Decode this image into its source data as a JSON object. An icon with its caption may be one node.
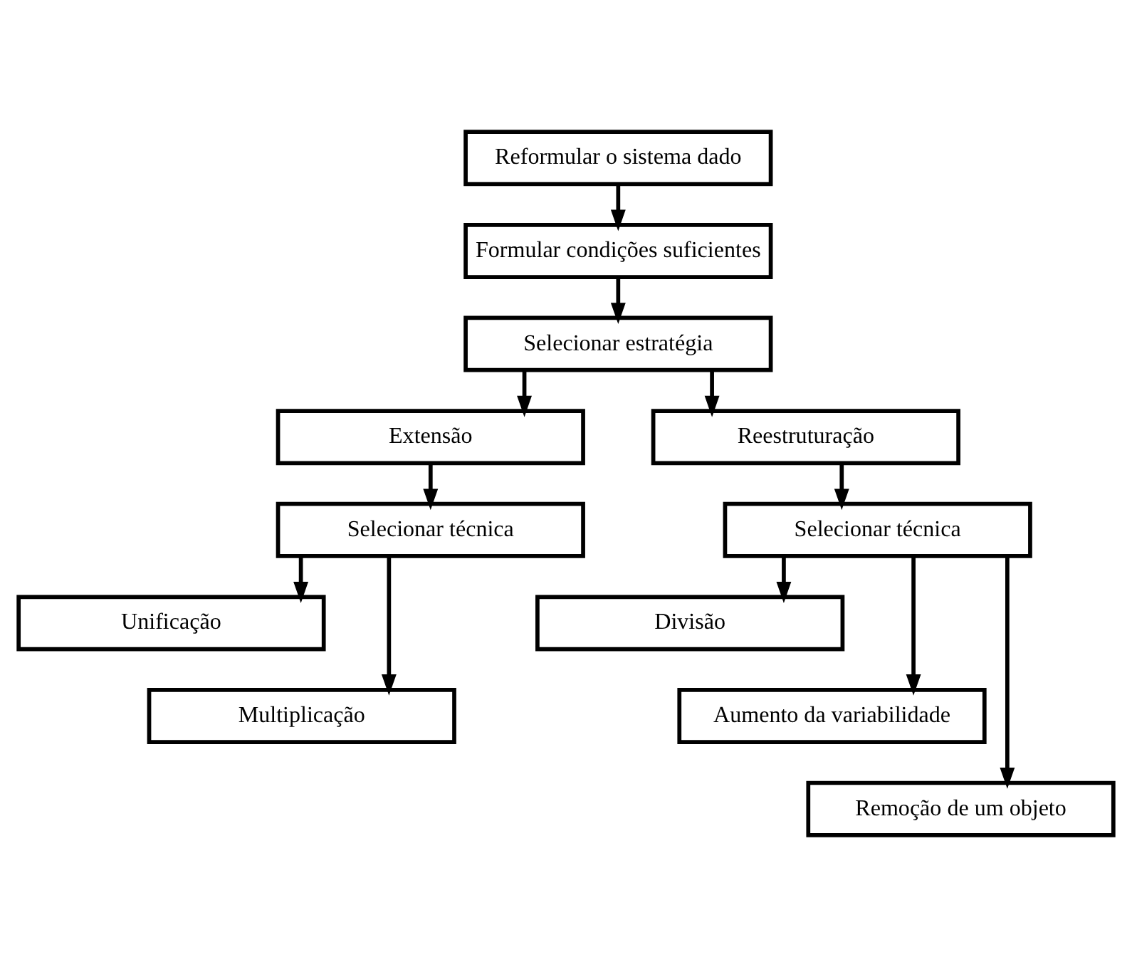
{
  "diagram": {
    "nodes": [
      {
        "text": [
          "Reformular o sistema dado"
        ]
      },
      {
        "text": [
          "Formular condições suficientes"
        ]
      },
      {
        "text": [
          "Selecionar estratégia"
        ]
      },
      {
        "text": [
          "Extensão"
        ]
      },
      {
        "text": [
          "Reestruturação"
        ]
      },
      {
        "text": [
          "Selecionar técnica"
        ]
      },
      {
        "text": [
          "Selecionar técnica"
        ]
      },
      {
        "text": [
          "Unificação"
        ]
      },
      {
        "text": [
          "Multiplicação"
        ]
      },
      {
        "text": [
          "Divisão"
        ]
      },
      {
        "text": [
          "Aumento da variabilidade"
        ]
      },
      {
        "text": [
          "Remoção de um objeto"
        ]
      }
    ],
    "edges": [
      {
        "from": 0,
        "to": 1,
        "arrow": "to"
      },
      {
        "from": 1,
        "to": 2,
        "arrow": "to"
      },
      {
        "from": 2,
        "to": 3,
        "arrow": "to"
      },
      {
        "from": 2,
        "to": 4,
        "arrow": "to"
      },
      {
        "from": 3,
        "to": 5,
        "arrow": "to"
      },
      {
        "from": 4,
        "to": 6,
        "arrow": "to"
      },
      {
        "from": 5,
        "to": 7,
        "arrow": "to"
      },
      {
        "from": 5,
        "to": 8,
        "arrow": "to"
      },
      {
        "from": 6,
        "to": 9,
        "arrow": "to"
      },
      {
        "from": 6,
        "to": 10,
        "arrow": "to"
      },
      {
        "from": 6,
        "to": 11,
        "arrow": "to"
      }
    ]
  }
}
